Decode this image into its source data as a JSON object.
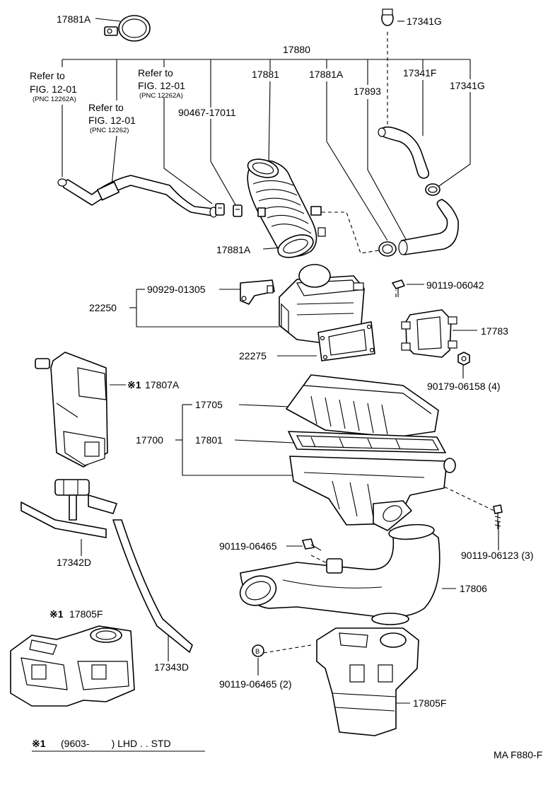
{
  "labels": {
    "p17881A_top": "17881A",
    "p17341G_top": "17341G",
    "p17880": "17880",
    "refer1_line1": "Refer to",
    "refer1_line2": "FIG. 12-01",
    "refer1_pnc": "(PNC 12262A)",
    "refer2_line1": "Refer to",
    "refer2_line2": "FIG. 12-01",
    "refer2_pnc": "(PNC 12262A)",
    "refer3_line1": "Refer to",
    "refer3_line2": "FIG. 12-01",
    "refer3_pnc": "(PNC 12262)",
    "p17881": "17881",
    "p17881A_mid": "17881A",
    "p17341F": "17341F",
    "p17341G_right": "17341G",
    "p17893": "17893",
    "p90467": "90467-17011",
    "p17881A_low": "17881A",
    "p90929": "90929-01305",
    "p90119_06042": "90119-06042",
    "p22250": "22250",
    "p17783": "17783",
    "p22275": "22275",
    "p90179": "90179-06158 (4)",
    "p17807A": "17807A",
    "p17705": "17705",
    "p17700": "17700",
    "p17801": "17801",
    "p17342D": "17342D",
    "p90119_06465": "90119-06465",
    "p90119_06123": "90119-06123 (3)",
    "p17806": "17806",
    "p17805F_left": "17805F",
    "p17343D": "17343D",
    "p90119_06465_2": "90119-06465 (2)",
    "p17805F_right": "17805F",
    "b_marker": "B",
    "mark1": "※1"
  },
  "footnote": {
    "mark": "※1",
    "text": "(9603-        ) LHD . . STD"
  },
  "diagram_code": "MA F880-F"
}
